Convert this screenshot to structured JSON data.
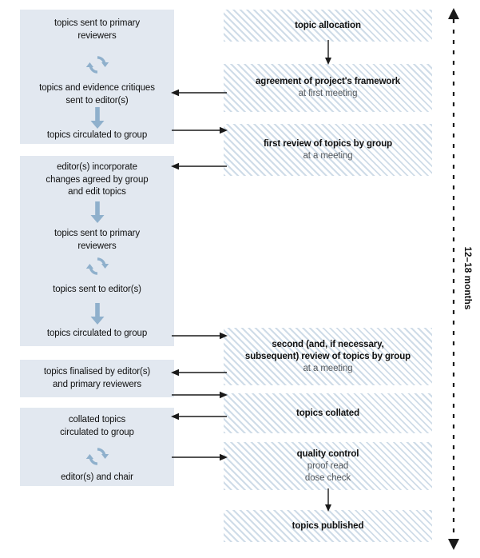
{
  "diagram": {
    "title": "topic development process flowchart",
    "colors": {
      "left_box_fill": "#e2e8f0",
      "right_box_hatch": "#cfdce8",
      "right_box_base": "#ffffff",
      "icon_blue": "#8fb0cc",
      "arrow_black": "#1a1a1a",
      "text_main": "#101010",
      "text_sub": "#555a5f"
    },
    "timeline": {
      "label": "12–18 months",
      "arrow_style": "dashed double-headed vertical"
    },
    "left_column": [
      {
        "id": "left-block-1",
        "steps": [
          {
            "kind": "text",
            "lines": [
              "topics sent to primary",
              "reviewers"
            ]
          },
          {
            "kind": "icon",
            "icon": "cycle-icon"
          },
          {
            "kind": "text",
            "lines": [
              "topics and evidence critiques",
              "sent to editor(s)"
            ]
          },
          {
            "kind": "icon",
            "icon": "down-arrow-icon"
          },
          {
            "kind": "text",
            "lines": [
              "topics circulated to group"
            ]
          }
        ]
      },
      {
        "id": "left-block-2",
        "steps": [
          {
            "kind": "text",
            "lines": [
              "editor(s) incorporate",
              "changes agreed by group",
              "and edit topics"
            ]
          },
          {
            "kind": "icon",
            "icon": "down-arrow-icon"
          },
          {
            "kind": "text",
            "lines": [
              "topics sent to primary",
              "reviewers"
            ]
          },
          {
            "kind": "icon",
            "icon": "cycle-icon"
          },
          {
            "kind": "text",
            "lines": [
              "topics sent to editor(s)"
            ]
          },
          {
            "kind": "icon",
            "icon": "down-arrow-icon"
          },
          {
            "kind": "text",
            "lines": [
              "topics circulated to group"
            ]
          }
        ]
      },
      {
        "id": "left-block-3",
        "steps": [
          {
            "kind": "text",
            "lines": [
              "topics finalised by editor(s)",
              "and primary reviewers"
            ]
          }
        ]
      },
      {
        "id": "left-block-4",
        "steps": [
          {
            "kind": "text",
            "lines": [
              "collated topics",
              "circulated to group"
            ]
          },
          {
            "kind": "icon",
            "icon": "cycle-icon"
          },
          {
            "kind": "text",
            "lines": [
              "editor(s) and chair"
            ]
          }
        ]
      }
    ],
    "right_column": [
      {
        "id": "right-box-1",
        "main": [
          "topic allocation"
        ],
        "sub": []
      },
      {
        "id": "right-box-2",
        "main": [
          "agreement of project's framework"
        ],
        "sub": [
          "at first meeting"
        ]
      },
      {
        "id": "right-box-3",
        "main": [
          "first review of topics by group"
        ],
        "sub": [
          "at a meeting"
        ]
      },
      {
        "id": "right-box-4",
        "main": [
          "second (and, if necessary,",
          "subsequent) review of topics by group"
        ],
        "sub": [
          "at a meeting"
        ]
      },
      {
        "id": "right-box-5",
        "main": [
          "topics collated"
        ],
        "sub": []
      },
      {
        "id": "right-box-6",
        "main": [
          "quality control"
        ],
        "sub": [
          "proof read",
          "dose check"
        ]
      },
      {
        "id": "right-box-7",
        "main": [
          "topics published"
        ],
        "sub": []
      }
    ],
    "connectors": [
      {
        "id": "conn-alloc-to-agreement",
        "direction": "down"
      },
      {
        "id": "conn-agreement-to-critiques",
        "direction": "left"
      },
      {
        "id": "conn-circulated-to-firstreview",
        "direction": "right"
      },
      {
        "id": "conn-firstreview-to-incorporate",
        "direction": "left"
      },
      {
        "id": "conn-circulated2-to-secondreview",
        "direction": "right"
      },
      {
        "id": "conn-secondreview-to-finalised",
        "direction": "left"
      },
      {
        "id": "conn-finalised-to-collated",
        "direction": "right"
      },
      {
        "id": "conn-collated-to-collatedtopics",
        "direction": "left"
      },
      {
        "id": "conn-chair-to-quality",
        "direction": "right"
      },
      {
        "id": "conn-quality-to-published",
        "direction": "down"
      }
    ]
  }
}
